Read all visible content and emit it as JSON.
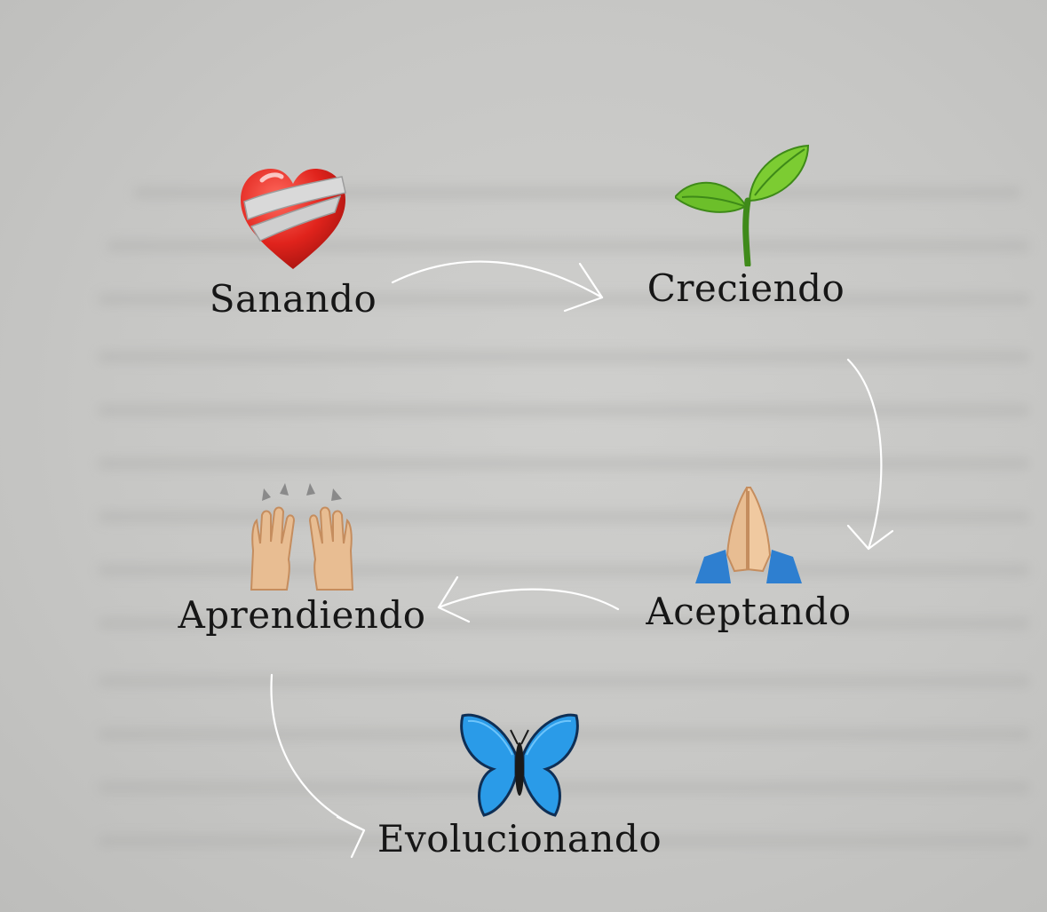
{
  "steps": [
    {
      "label": "Sanando",
      "icon": "mending-heart-icon"
    },
    {
      "label": "Creciendo",
      "icon": "seedling-icon"
    },
    {
      "label": "Aceptando",
      "icon": "folded-hands-icon"
    },
    {
      "label": "Aprendiendo",
      "icon": "raised-hands-icon"
    },
    {
      "label": "Evolucionando",
      "icon": "butterfly-icon"
    }
  ],
  "colors": {
    "background": "#c6c6c4",
    "arrow": "#ffffff",
    "text": "#161616",
    "heart": "#e0231c",
    "bandage": "#bfbfbf",
    "leaf": "#5aa51f",
    "skin": "#e8bd92",
    "sleeve": "#2e7fd0",
    "butterfly": "#2a9be8"
  }
}
